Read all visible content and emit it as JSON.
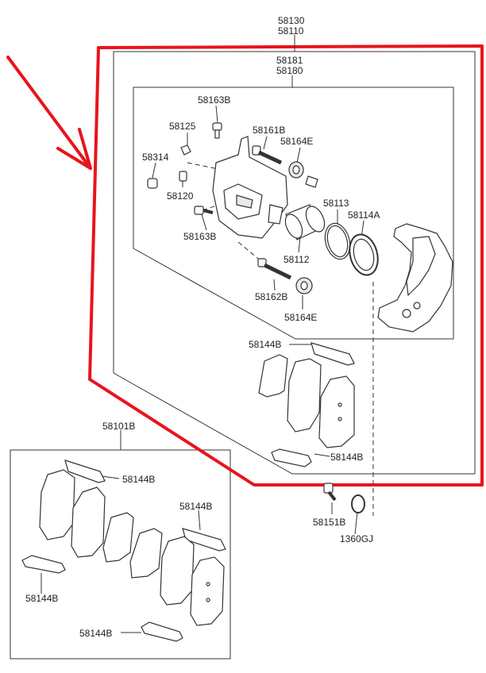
{
  "labels": {
    "top_assy_1": "58130",
    "top_assy_2": "58110",
    "caliper_assy_1": "58181",
    "caliper_assy_2": "58180",
    "bolt_upper": "58163B",
    "bleeder_cap": "58125",
    "guide_pin_upper": "58161B",
    "boot_upper": "58164E",
    "clip": "58314",
    "bleeder": "58120",
    "bolt_lower": "58163B",
    "seal": "58113",
    "boot_piston": "58114A",
    "piston": "58112",
    "guide_pin_lower": "58162B",
    "boot_lower": "58164E",
    "shim_top": "58144B",
    "shim_bottom": "58144B",
    "hub_bolt": "58151B",
    "washer": "1360GJ",
    "pad_kit": "58101B",
    "kit_shim_1": "58144B",
    "kit_shim_2": "58144B",
    "kit_shim_3": "58144B",
    "kit_shim_4": "58144B"
  },
  "colors": {
    "highlight": "#e8141c",
    "line": "#333333"
  },
  "icons": {
    "annotation_arrow": "red-arrow-icon"
  }
}
